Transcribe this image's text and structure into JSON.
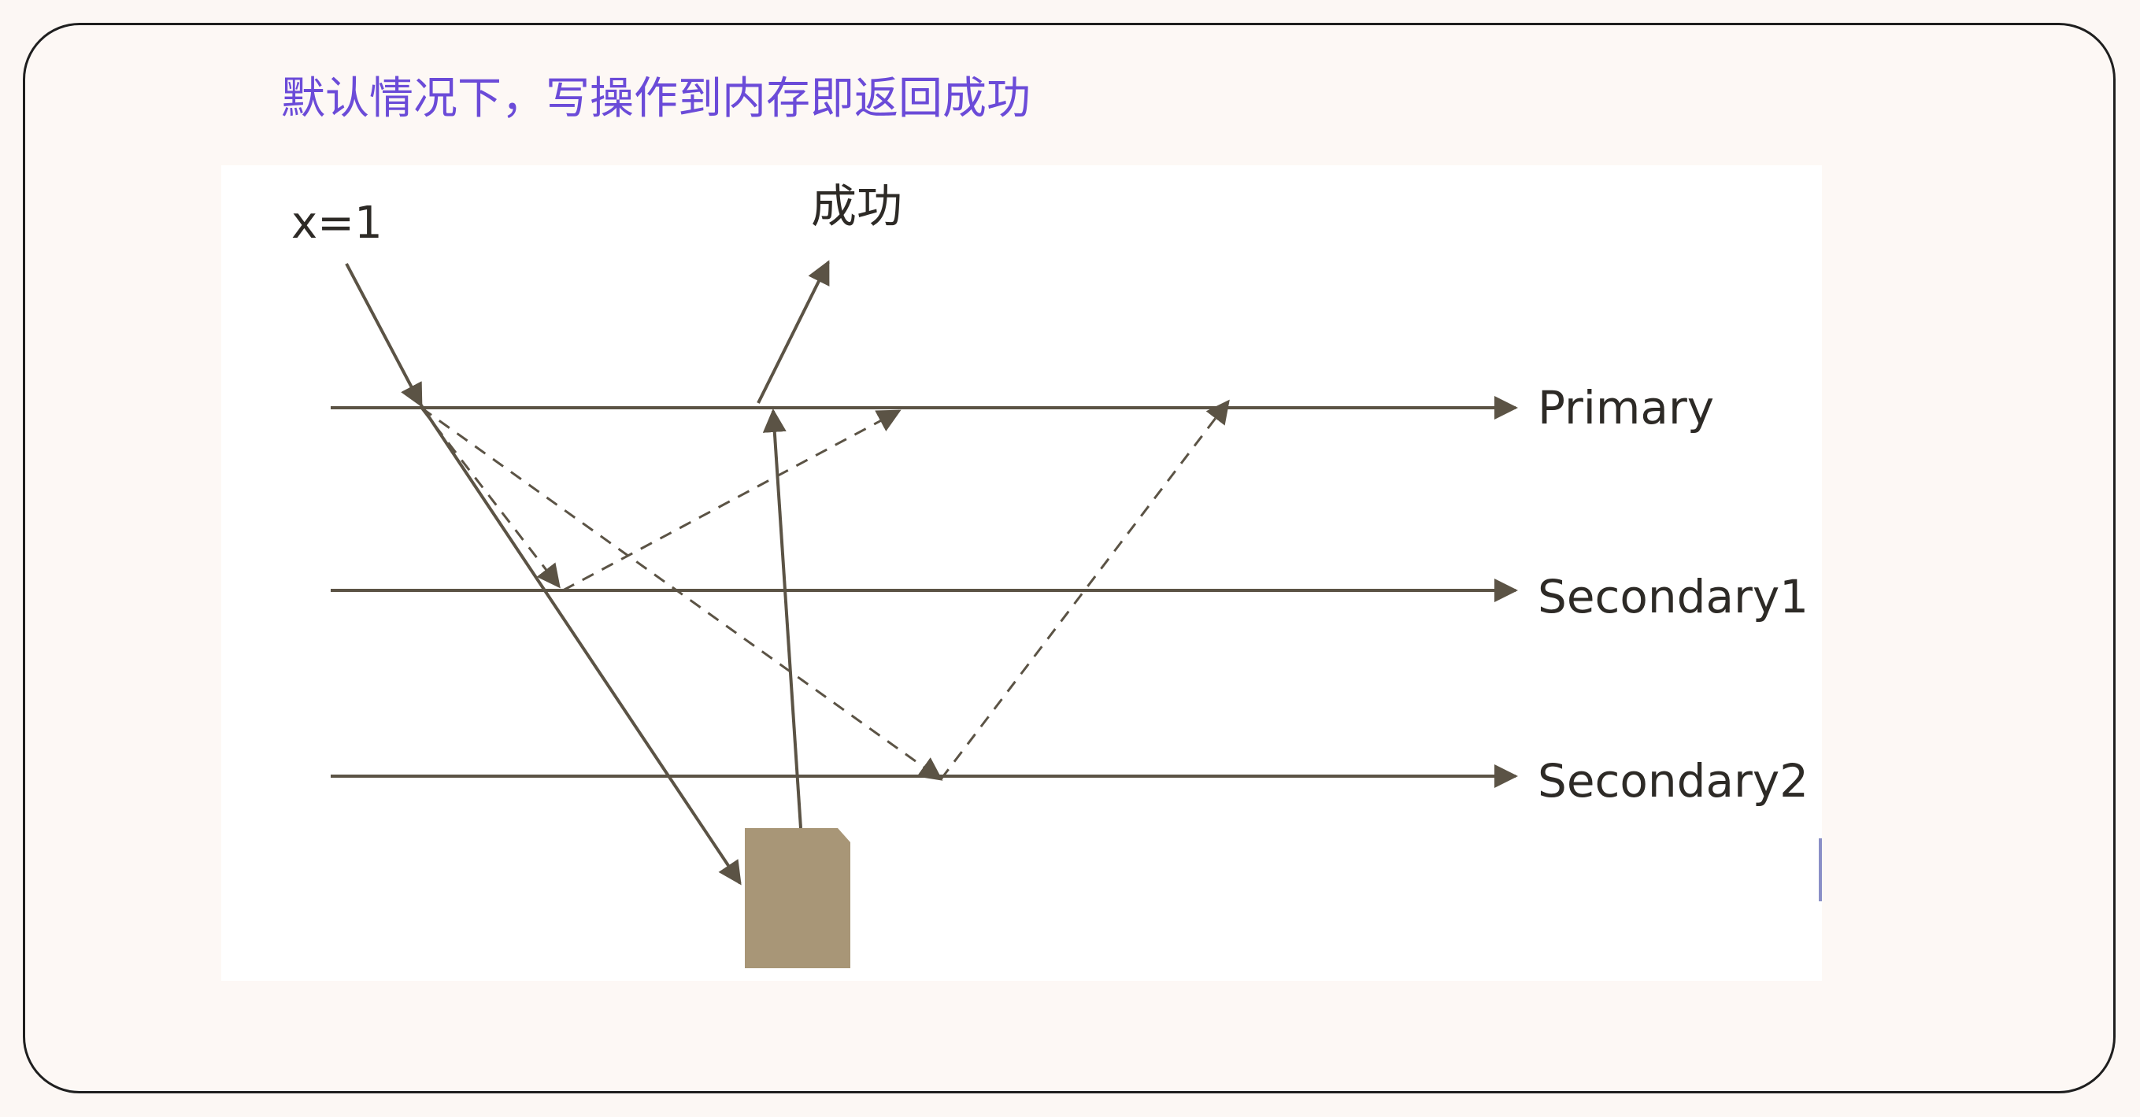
{
  "heading": "默认情况下，写操作到内存即返回成功",
  "diagram": {
    "write_label": "x=1",
    "success_label": "成功",
    "nodes": [
      "Primary",
      "Secondary1",
      "Secondary2"
    ],
    "colors": {
      "line": "#5b5345",
      "disk": "#a89677",
      "heading": "#6b4bd8"
    }
  }
}
